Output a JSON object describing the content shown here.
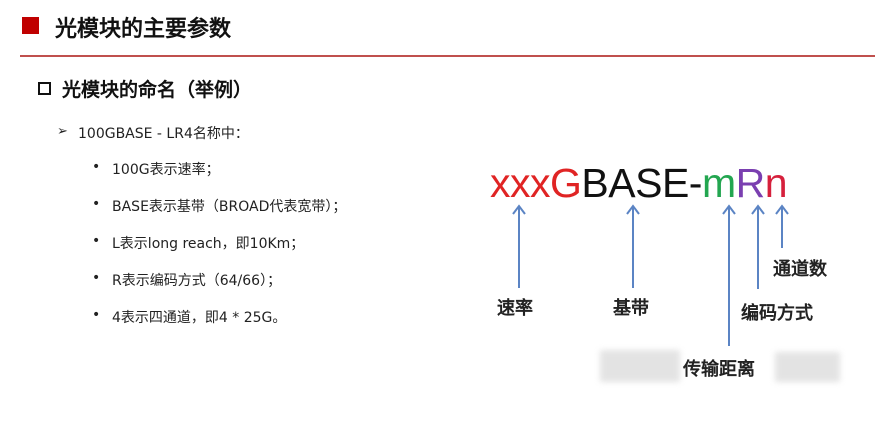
{
  "header": {
    "title": "光模块的主要参数"
  },
  "section": {
    "title": "光模块的命名（举例）"
  },
  "example": {
    "heading": "100GBASE - LR4名称中：",
    "bullets": [
      "100G表示速率；",
      "BASE表示基带（BROAD代表宽带）；",
      "L表示long reach，即10Km；",
      "R表示编码方式（64/66）；",
      "4表示四通道，即4 * 25G。"
    ]
  },
  "diagram": {
    "parts": [
      {
        "text": "xxxG",
        "color": "#e02424"
      },
      {
        "text": "BASE-",
        "color": "#111111"
      },
      {
        "text": "m",
        "color": "#23a650"
      },
      {
        "text": "R",
        "color": "#7a3fb0"
      },
      {
        "text": "n",
        "color": "#d6203c"
      }
    ],
    "labels": {
      "rate": "速率",
      "baseband": "基带",
      "distance": "传输距离",
      "encoding": "编码方式",
      "channels": "通道数"
    },
    "arrow_color": "#5b84c4"
  },
  "colors": {
    "accent": "#c00000"
  }
}
